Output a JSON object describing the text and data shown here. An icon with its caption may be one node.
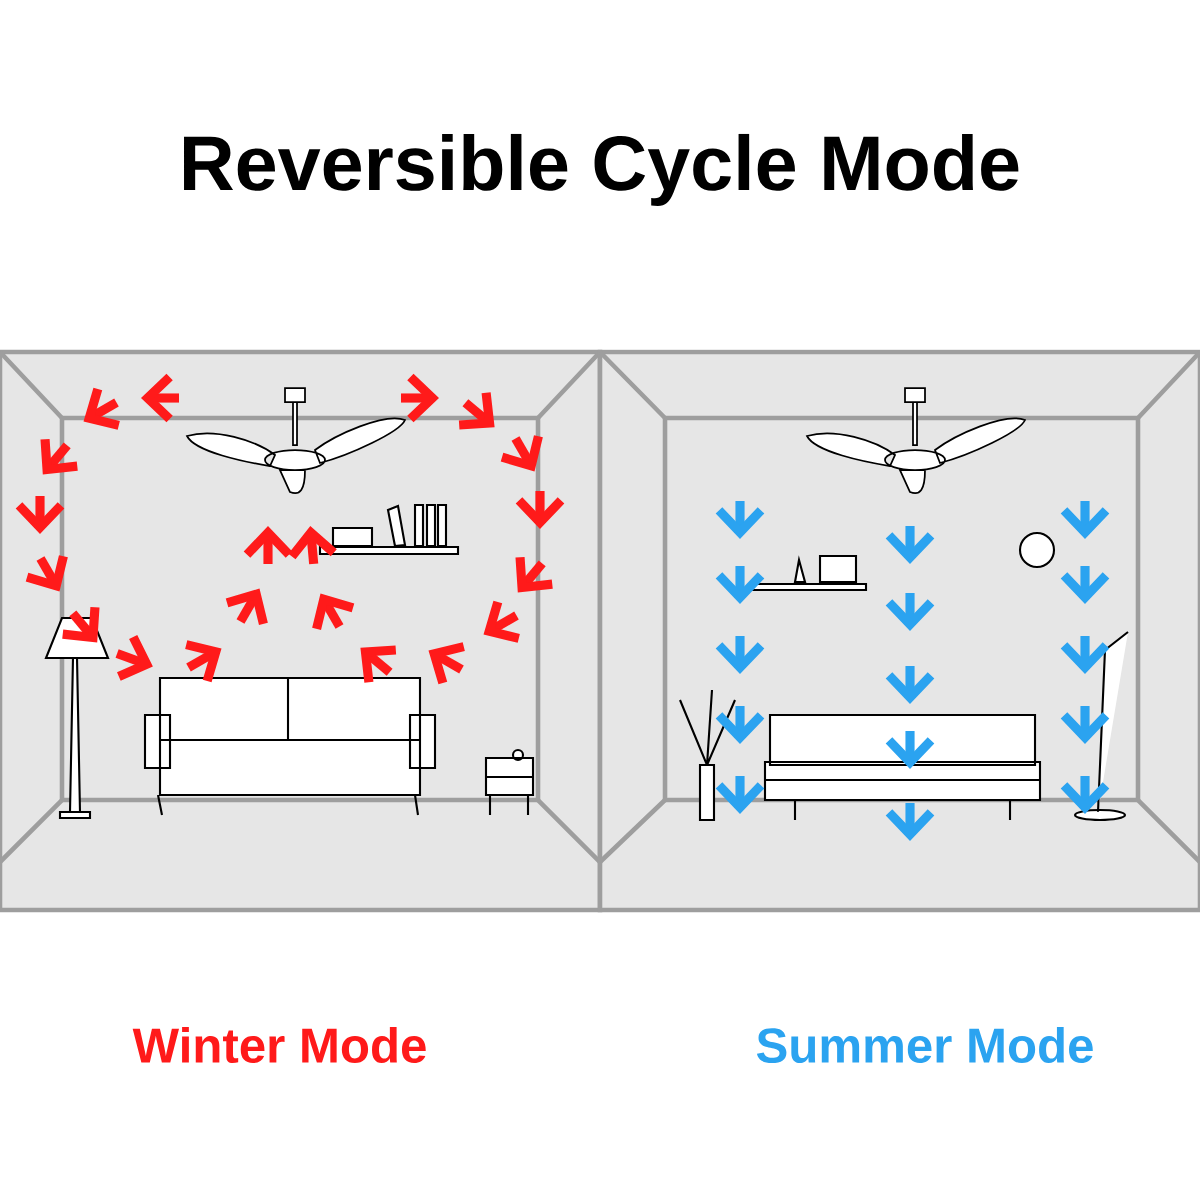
{
  "diagram": {
    "title": "Reversible Cycle Mode",
    "labels": [
      "Winter Mode",
      "Summer Mode"
    ]
  }
}
